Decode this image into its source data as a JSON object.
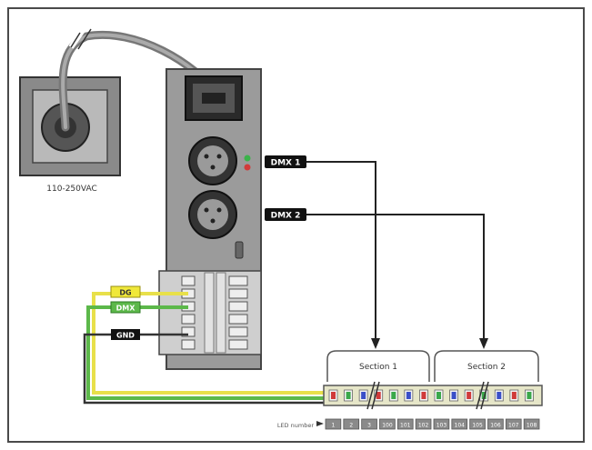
{
  "diagram": {
    "power_label": "110-250VAC",
    "dmx1_label": "DMX 1",
    "dmx2_label": "DMX 2",
    "wire_yellow_label": "DG",
    "wire_green_label": "DMX",
    "wire_gnd_label": "GND",
    "section1_label": "Section 1",
    "section2_label": "Section 2",
    "led_number_label": "LED number",
    "strip_led_colors": [
      "#d03a3a",
      "#3aa84a",
      "#3a4fc8",
      "#d03a3a",
      "#3aa84a",
      "#3a4fc8",
      "#d03a3a",
      "#3aa84a",
      "#3a4fc8",
      "#d03a3a",
      "#3aa84a",
      "#3a4fc8",
      "#d03a3a",
      "#3aa84a"
    ],
    "led_numbers": [
      "1",
      "2",
      "3",
      "100",
      "101",
      "102",
      "103",
      "104",
      "105",
      "106",
      "107",
      "108"
    ]
  }
}
